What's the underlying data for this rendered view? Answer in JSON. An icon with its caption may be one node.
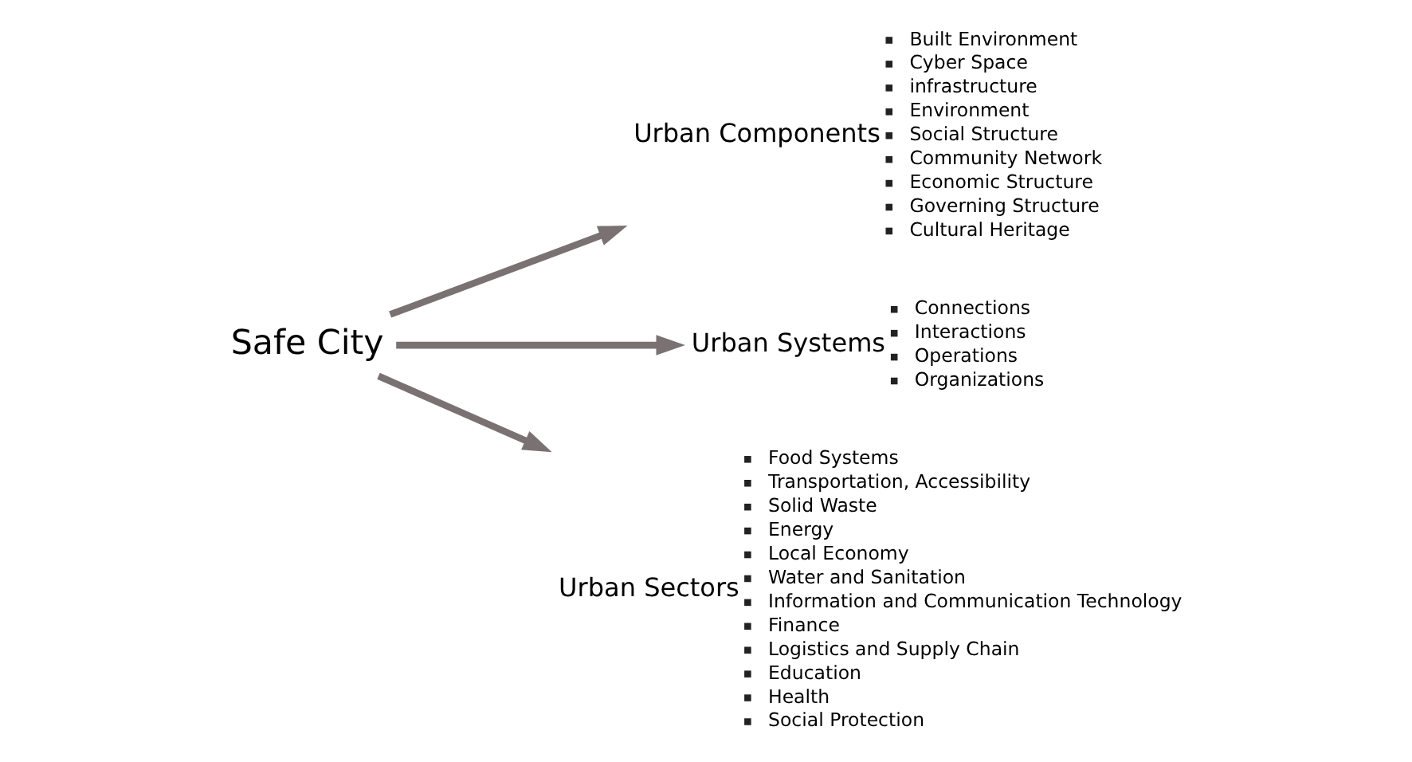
{
  "diagram": {
    "nodes": [
      {
        "text": [
          "Safe City"
        ]
      },
      {
        "text": [
          "Urban Components"
        ],
        "beside": [
          "Built Environment",
          "Cyber Space",
          "infrastructure",
          "Environment",
          "Social Structure",
          "Community Network",
          "Economic Structure",
          "Governing Structure",
          "Cultural Heritage"
        ]
      },
      {
        "text": [
          "Urban Systems"
        ],
        "beside": [
          "Connections",
          "Interactions",
          "Operations",
          "Organizations"
        ]
      },
      {
        "text": [
          "Urban Sectors"
        ],
        "beside": [
          "Food Systems",
          "Transportation, Accessibility",
          "Solid Waste",
          "Energy",
          "Local Economy",
          "Water and Sanitation",
          "Information and Communication Technology",
          "Finance",
          "Logistics and Supply Chain",
          "Education",
          "Health",
          "Social Protection"
        ]
      }
    ],
    "edges": [
      {
        "from": 0,
        "to": 1,
        "arrow": "to"
      },
      {
        "from": 0,
        "to": 2,
        "arrow": "to"
      },
      {
        "from": 0,
        "to": 3,
        "arrow": "to"
      }
    ]
  }
}
